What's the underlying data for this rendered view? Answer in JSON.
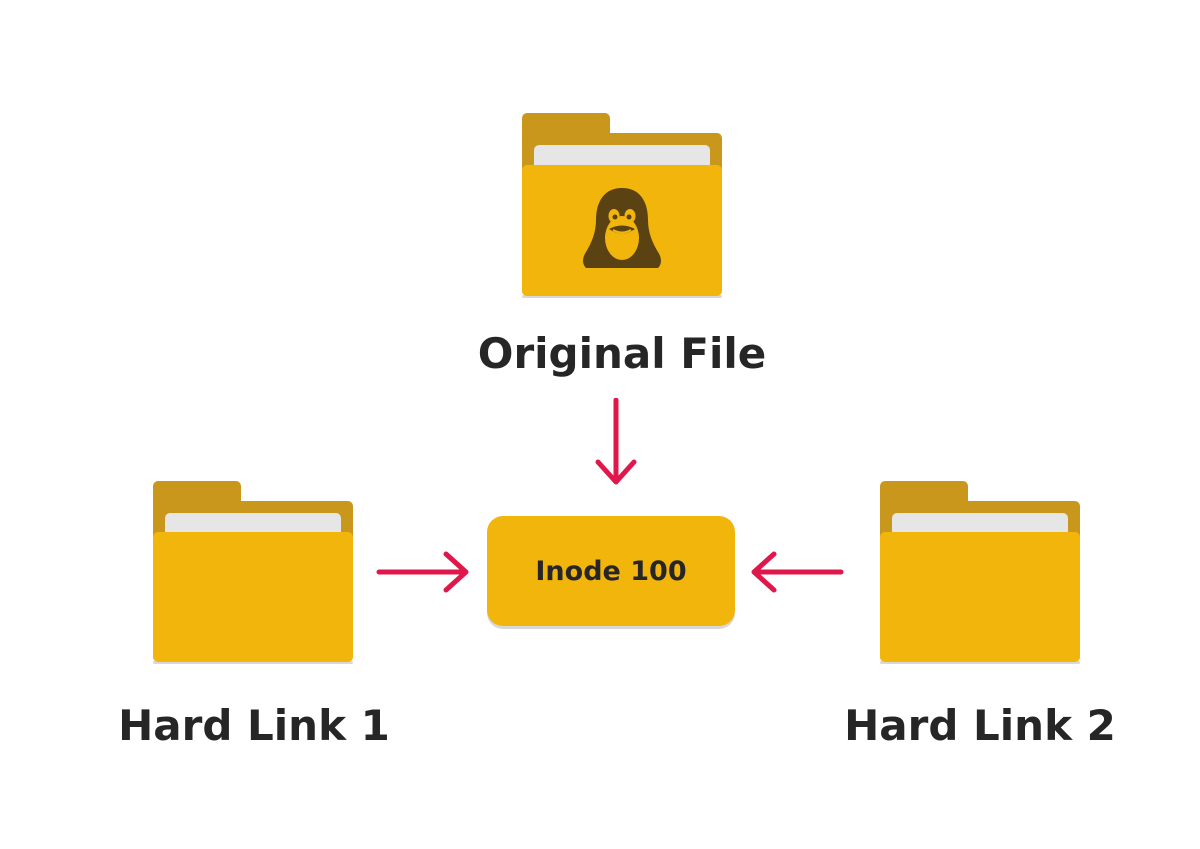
{
  "diagram": {
    "center": {
      "label": "Inode 100"
    },
    "nodes": [
      {
        "id": "original",
        "label": "Original File",
        "icon": "linux-folder-icon"
      },
      {
        "id": "link1",
        "label": "Hard Link 1",
        "icon": "folder-icon"
      },
      {
        "id": "link2",
        "label": "Hard Link 2",
        "icon": "folder-icon"
      }
    ],
    "edges": [
      {
        "from": "original",
        "to": "center"
      },
      {
        "from": "link1",
        "to": "center"
      },
      {
        "from": "link2",
        "to": "center"
      }
    ]
  },
  "colors": {
    "folder_body": "#f2b50c",
    "folder_back": "#c9971c",
    "paper": "#e6e6e6",
    "arrow": "#e0174a",
    "text": "#262626",
    "tux": "#5a4212"
  }
}
